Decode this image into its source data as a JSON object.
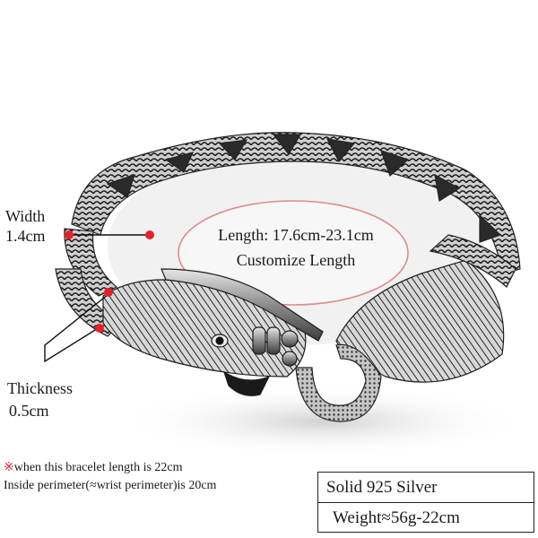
{
  "product": {
    "type": "Dragon head chain bracelet",
    "material_color": "#9a9a9a"
  },
  "annotations": {
    "width": {
      "label": "Width",
      "value": "1.4cm",
      "marker_color": "#e8202a"
    },
    "thickness": {
      "label": "Thickness",
      "value": "0.5cm",
      "marker_color": "#e8202a"
    },
    "length": {
      "line1": "Length: 17.6cm-23.1cm",
      "line2": "Customize Length",
      "ellipse_color": "#e08a8a"
    }
  },
  "note": {
    "mark": "※",
    "line1": "when this bracelet length is 22cm",
    "line2": "Inside perimeter(≈wrist perimeter)is 20cm",
    "mark_color": "#e0203c"
  },
  "spec_box": {
    "row1": "Solid 925 Silver",
    "row2": "Weight≈56g-22cm"
  }
}
